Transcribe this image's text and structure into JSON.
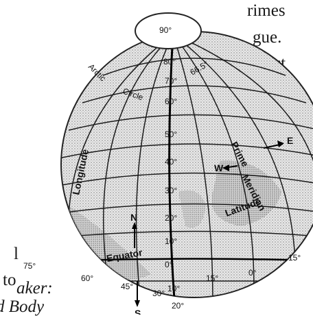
{
  "text_fragments": [
    "rimes",
    "gue.",
    "ct",
    "t",
    "l",
    "to",
    "aker:",
    "d Body"
  ],
  "globe": {
    "latitudes": [
      "90°",
      "80°",
      "70°",
      "60°",
      "50°",
      "40°",
      "30°",
      "20°",
      "10°",
      "0°",
      "10°",
      "20°"
    ],
    "labels": {
      "arctic": "Arctic",
      "circle": "Circle",
      "longitude": "Longitude",
      "latitude": "Latitude",
      "prime": "Prime",
      "meridian": "Meridian",
      "equator": "Equator",
      "north": "N",
      "south": "S",
      "west": "W",
      "east": "E"
    },
    "longitudes": [
      "75°",
      "60°",
      "45°",
      "30°",
      "15°",
      "0°",
      "15°"
    ],
    "polar_mark": "66.5°"
  }
}
